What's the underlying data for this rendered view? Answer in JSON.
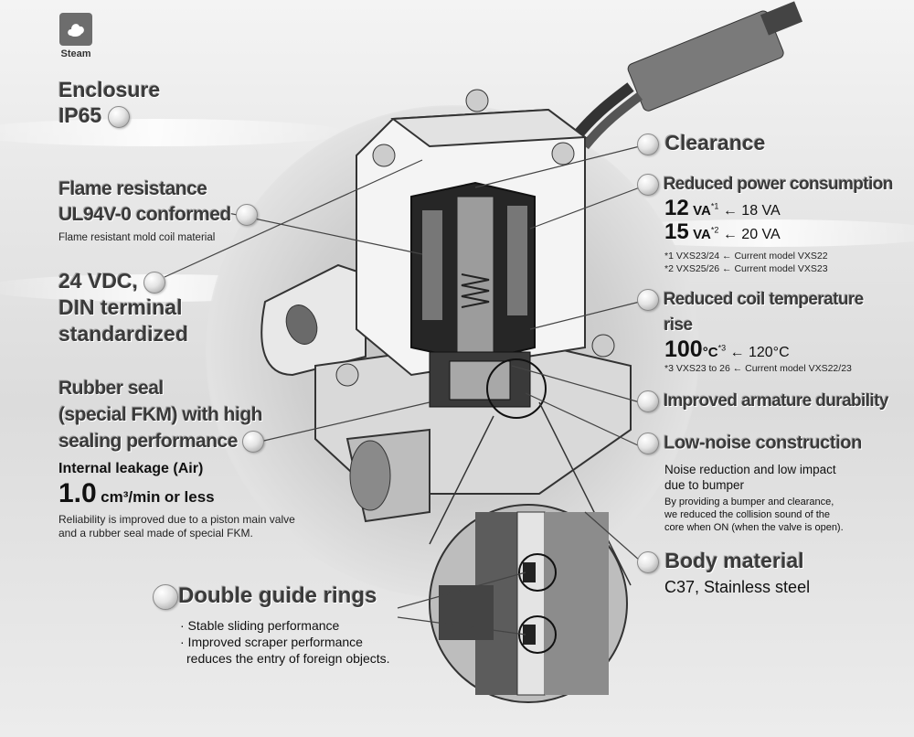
{
  "badge": {
    "icon": "steam-icon",
    "label": "Steam"
  },
  "left": {
    "enclosure": {
      "line1": "Enclosure",
      "line2": "IP65"
    },
    "flame": {
      "line1": "Flame resistance",
      "line2": "UL94V-0 conformed",
      "note": "Flame resistant mold coil material"
    },
    "dc": {
      "line1": "24 VDC,",
      "line2": "DIN terminal",
      "line3": "standardized"
    },
    "seal": {
      "line1": "Rubber seal",
      "line2": "(special FKM) with high",
      "line3": "sealing performance",
      "leak_label": "Internal leakage (Air)",
      "leak_value": "1.0",
      "leak_unit": "cm³/min",
      "leak_suffix": "or less",
      "note1": "Reliability is improved due to a piston main valve",
      "note2": "and a rubber seal made of special FKM."
    }
  },
  "right": {
    "clearance": "Clearance",
    "power": {
      "title": "Reduced power consumption",
      "v1_num": "12",
      "v1_unit": "VA",
      "v1_sup": "*1",
      "v1_old": "← 18 VA",
      "v2_num": "15",
      "v2_unit": "VA",
      "v2_sup": "*2",
      "v2_old": "← 20 VA",
      "fn1": "*1 VXS23/24 ← Current model VXS22",
      "fn2": "*2 VXS25/26 ← Current model VXS23"
    },
    "coil": {
      "line1": "Reduced coil temperature",
      "line2": "rise",
      "num": "100",
      "unit": "°C",
      "sup": "*3",
      "old": "← 120°C",
      "fn": "*3 VXS23 to 26 ← Current model VXS22/23"
    },
    "armature": "Improved armature durability",
    "noise": {
      "title": "Low-noise construction",
      "line1": "Noise reduction and low impact",
      "line2": "due to bumper",
      "d1": "By providing a bumper and clearance,",
      "d2": "we reduced the collision sound of the",
      "d3": "core when ON (when the valve is open)."
    },
    "body": {
      "title": "Body material",
      "value": "C37, Stainless steel"
    }
  },
  "guide": {
    "title": "Double guide rings",
    "b1": "· Stable sliding performance",
    "b2": "· Improved scraper performance",
    "b3": "reduces the entry of foreign objects."
  },
  "illustration": {
    "valve": "solenoid-valve-cutaway",
    "detail": "guide-ring-detail"
  }
}
